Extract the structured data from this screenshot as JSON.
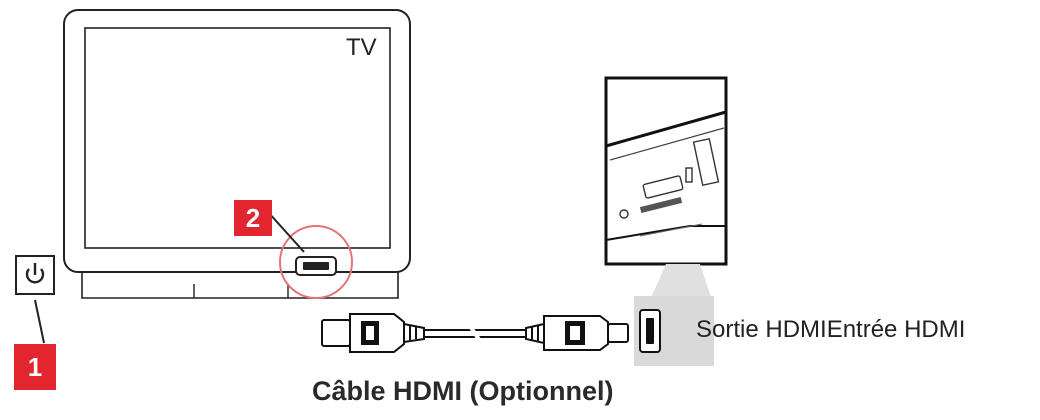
{
  "labels": {
    "tv": "TV",
    "ports": "Sortie HDMIEntrée HDMI",
    "cable": "Câble HDMI (Optionnel)"
  },
  "badges": {
    "step1": "1",
    "step2": "2"
  },
  "colors": {
    "badge_red": "#e2252f",
    "highlight_circle": "#e57373",
    "port_panel": "#d9d9d9",
    "line": "#222222"
  },
  "icons": [
    "power-icon",
    "hdmi-port-icon",
    "hdmi-plug-icon"
  ]
}
